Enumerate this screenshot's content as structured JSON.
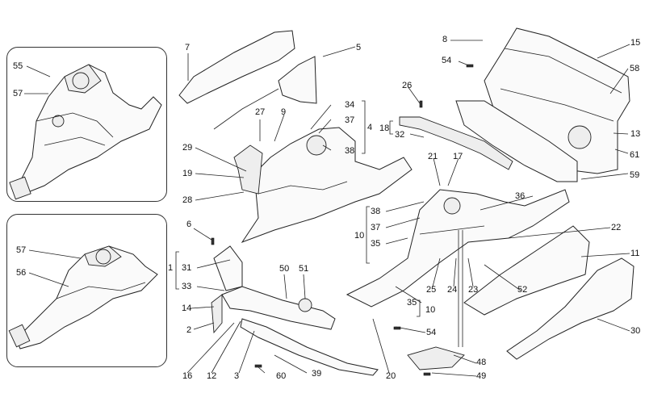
{
  "diagram": {
    "callouts": [
      {
        "id": "c55",
        "text": "55"
      },
      {
        "id": "c57a",
        "text": "57"
      },
      {
        "id": "c57b",
        "text": "57"
      },
      {
        "id": "c56",
        "text": "56"
      },
      {
        "id": "c7",
        "text": "7"
      },
      {
        "id": "c5",
        "text": "5"
      },
      {
        "id": "c27",
        "text": "27"
      },
      {
        "id": "c9",
        "text": "9"
      },
      {
        "id": "c34",
        "text": "34"
      },
      {
        "id": "c37a",
        "text": "37"
      },
      {
        "id": "c4",
        "text": "4"
      },
      {
        "id": "c38a",
        "text": "38"
      },
      {
        "id": "c29",
        "text": "29"
      },
      {
        "id": "c19",
        "text": "19"
      },
      {
        "id": "c28",
        "text": "28"
      },
      {
        "id": "c6",
        "text": "6"
      },
      {
        "id": "c1",
        "text": "1"
      },
      {
        "id": "c31",
        "text": "31"
      },
      {
        "id": "c33",
        "text": "33"
      },
      {
        "id": "c50",
        "text": "50"
      },
      {
        "id": "c51",
        "text": "51"
      },
      {
        "id": "c14",
        "text": "14"
      },
      {
        "id": "c2",
        "text": "2"
      },
      {
        "id": "c16",
        "text": "16"
      },
      {
        "id": "c12",
        "text": "12"
      },
      {
        "id": "c3",
        "text": "3"
      },
      {
        "id": "c60",
        "text": "60"
      },
      {
        "id": "c39",
        "text": "39"
      },
      {
        "id": "c20",
        "text": "20"
      },
      {
        "id": "c8",
        "text": "8"
      },
      {
        "id": "c54a",
        "text": "54"
      },
      {
        "id": "c15",
        "text": "15"
      },
      {
        "id": "c58",
        "text": "58"
      },
      {
        "id": "c26",
        "text": "26"
      },
      {
        "id": "c18",
        "text": "18"
      },
      {
        "id": "c32",
        "text": "32"
      },
      {
        "id": "c21",
        "text": "21"
      },
      {
        "id": "c17",
        "text": "17"
      },
      {
        "id": "c13",
        "text": "13"
      },
      {
        "id": "c61",
        "text": "61"
      },
      {
        "id": "c59",
        "text": "59"
      },
      {
        "id": "c38b",
        "text": "38"
      },
      {
        "id": "c36",
        "text": "36"
      },
      {
        "id": "c37b",
        "text": "37"
      },
      {
        "id": "c10a",
        "text": "10"
      },
      {
        "id": "c35a",
        "text": "35"
      },
      {
        "id": "c22",
        "text": "22"
      },
      {
        "id": "c11",
        "text": "11"
      },
      {
        "id": "c25",
        "text": "25"
      },
      {
        "id": "c24",
        "text": "24"
      },
      {
        "id": "c23",
        "text": "23"
      },
      {
        "id": "c52",
        "text": "52"
      },
      {
        "id": "c35b",
        "text": "35"
      },
      {
        "id": "c10b",
        "text": "10"
      },
      {
        "id": "c30",
        "text": "30"
      },
      {
        "id": "c54b",
        "text": "54"
      },
      {
        "id": "c48",
        "text": "48"
      },
      {
        "id": "c49",
        "text": "49"
      }
    ]
  }
}
